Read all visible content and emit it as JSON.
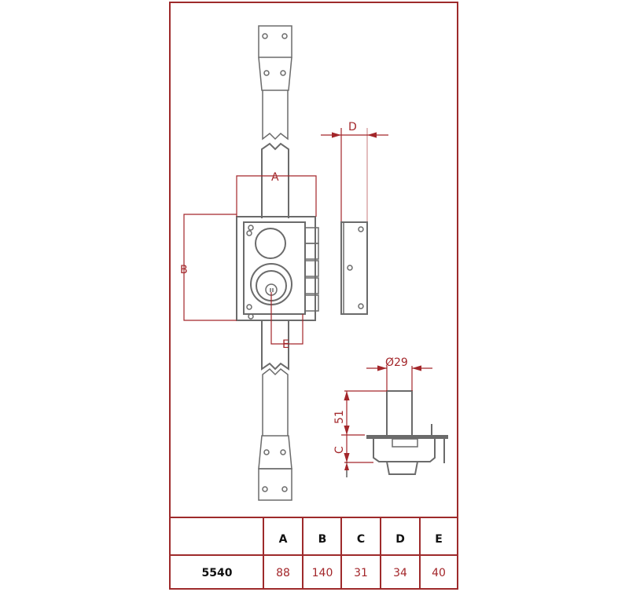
{
  "drawing": {
    "labels": {
      "A": "A",
      "B": "B",
      "C": "C",
      "D": "D",
      "E": "E",
      "diameter": "Ø29",
      "height": "51"
    },
    "colors": {
      "frame": "#9e2a2b",
      "dimension": "#a3262a",
      "outline": "#6b6b6b"
    }
  },
  "table": {
    "headers": [
      "",
      "A",
      "B",
      "C",
      "D",
      "E"
    ],
    "rows": [
      {
        "model": "5540",
        "values": [
          "88",
          "140",
          "31",
          "34",
          "40"
        ]
      }
    ]
  }
}
